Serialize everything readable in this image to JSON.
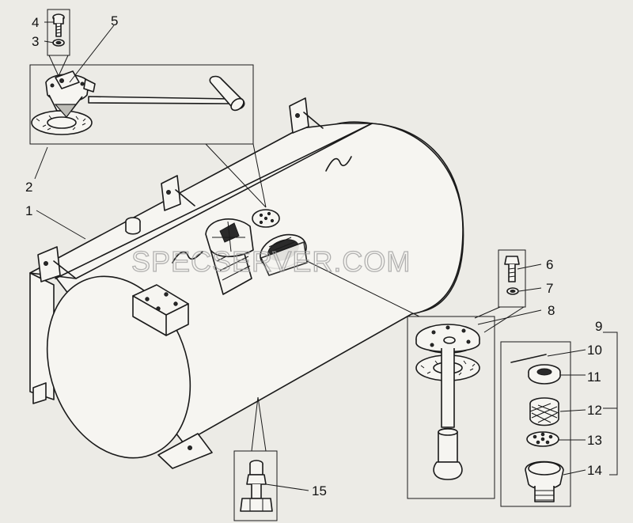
{
  "watermark": "SPECSERVER.COM",
  "callouts": [
    "1",
    "2",
    "3",
    "4",
    "5",
    "6",
    "7",
    "8",
    "9",
    "10",
    "11",
    "12",
    "13",
    "14",
    "15"
  ]
}
